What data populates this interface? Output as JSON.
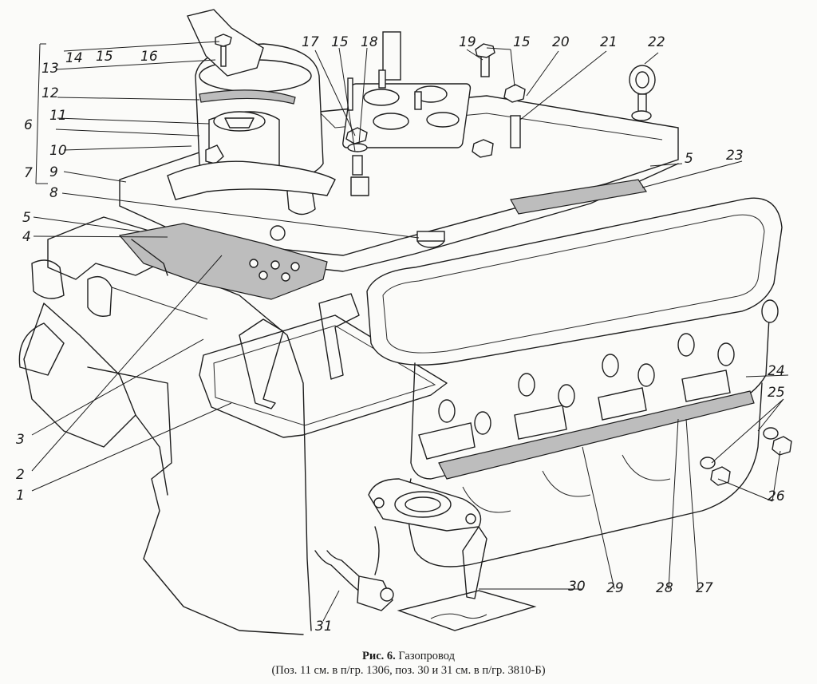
{
  "figure": {
    "number": "Рис. 6.",
    "title": "Газопровод",
    "note": "(Поз. 11 см. в п/гр. 1306, поз. 30 и 31 см. в п/гр. 3810-Б)"
  },
  "callouts": [
    "1",
    "2",
    "3",
    "4",
    "5",
    "6",
    "7",
    "8",
    "9",
    "10",
    "11",
    "12",
    "13",
    "14",
    "15",
    "16",
    "17",
    "18",
    "19",
    "20",
    "21",
    "22",
    "23",
    "24",
    "25",
    "26",
    "27",
    "28",
    "29",
    "30",
    "31"
  ]
}
